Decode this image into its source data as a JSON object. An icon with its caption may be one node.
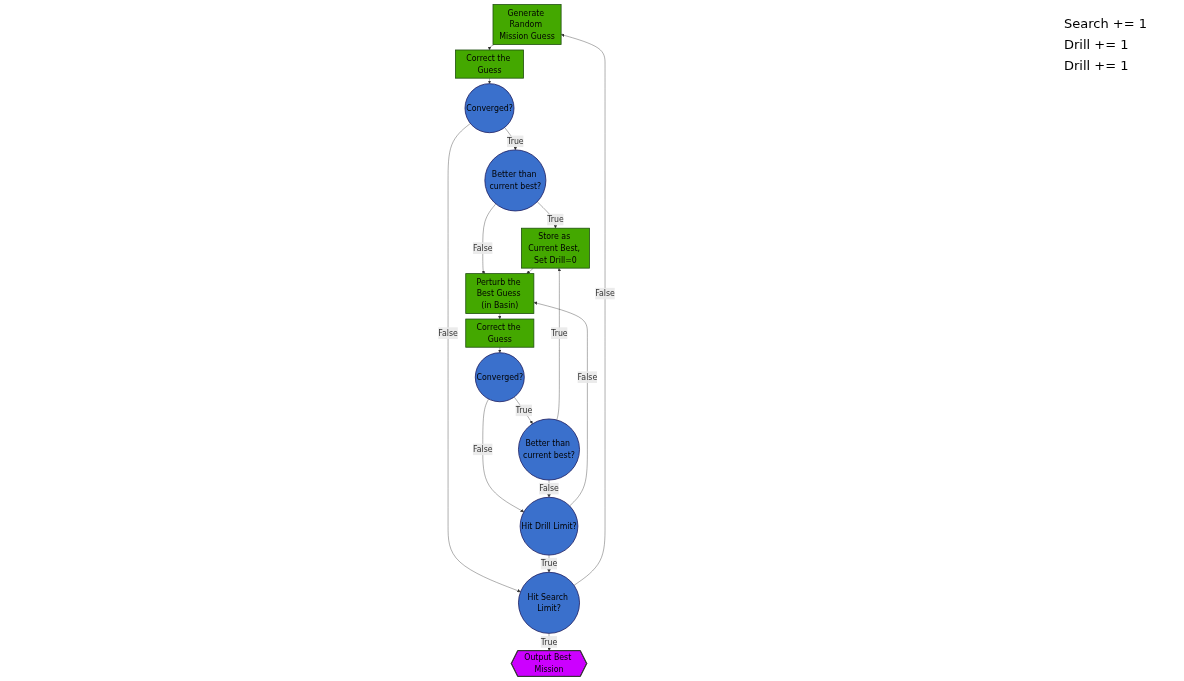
{
  "diagram": {
    "nodes": [
      {
        "text": [
          "Generate Random Mission Guess"
        ]
      },
      {
        "text": [
          "Correct the Guess"
        ]
      },
      {
        "text": [
          "Converged?"
        ]
      },
      {
        "text": [
          "Better than current best?"
        ]
      },
      {
        "text": [
          "Store as Current Best, Set Drill=0"
        ]
      },
      {
        "text": [
          "Hit Search Limit?"
        ]
      },
      {
        "text": [
          "Perturb the Best Guess (in Basin)"
        ]
      },
      {
        "text": [
          "Hit Drill Limit?"
        ]
      },
      {
        "text": [
          "Converged?"
        ]
      },
      {
        "text": [
          "Correct the Guess"
        ]
      },
      {
        "text": [
          "Output Best Mission"
        ]
      },
      {
        "text": [
          "Better than current best?"
        ]
      }
    ],
    "edges": [
      {
        "from": 0,
        "to": 1,
        "arrow": "to"
      },
      {
        "from": 1,
        "to": 2,
        "arrow": "to"
      },
      {
        "from": 2,
        "to": 3,
        "arrow": "to",
        "label": "True"
      },
      {
        "from": 3,
        "to": 4,
        "arrow": "to",
        "label": "True"
      },
      {
        "from": 2,
        "to": 5,
        "arrow": "to",
        "label": "False"
      },
      {
        "from": 3,
        "to": 6,
        "arrow": "to",
        "label": "False"
      },
      {
        "from": 4,
        "to": 6,
        "arrow": "to"
      },
      {
        "from": 5,
        "to": 0,
        "arrow": "to",
        "label": "False"
      },
      {
        "from": 5,
        "to": 10,
        "arrow": "to",
        "label": "True"
      },
      {
        "from": 6,
        "to": 9,
        "arrow": "to"
      },
      {
        "from": 9,
        "to": 8,
        "arrow": "to"
      },
      {
        "from": 8,
        "to": 7,
        "arrow": "to",
        "label": "False"
      },
      {
        "from": 8,
        "to": 11,
        "arrow": "to",
        "label": "True"
      },
      {
        "from": 7,
        "to": 5,
        "arrow": "to",
        "label": "True"
      },
      {
        "from": 7,
        "to": 6,
        "arrow": "to",
        "label": "False"
      },
      {
        "from": 11,
        "to": 7,
        "arrow": "to",
        "label": "False"
      },
      {
        "from": 11,
        "to": 4,
        "arrow": "to",
        "label": "True"
      }
    ],
    "labels": [
      "Search += 1",
      "Drill += 1",
      "Drill += 1"
    ]
  }
}
